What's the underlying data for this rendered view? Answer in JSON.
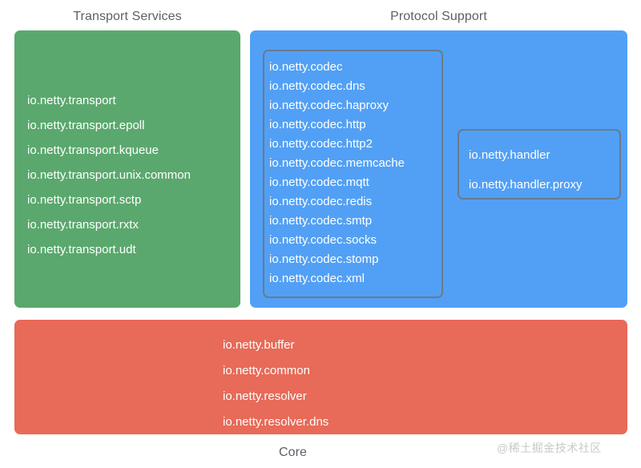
{
  "diagram": {
    "title_transport": "Transport Services",
    "title_protocol": "Protocol Support",
    "title_core": "Core",
    "colors": {
      "transport_panel": "#5aa86d",
      "protocol_panel": "#52a0f5",
      "core_panel": "#e86a58",
      "inner_box_border": "#6a7a8c",
      "caption_text": "#5b6168",
      "item_text": "#ffffff",
      "watermark_text": "#c9c9c9",
      "background": "#ffffff"
    },
    "transport": {
      "items": [
        "io.netty.transport",
        "io.netty.transport.epoll",
        "io.netty.transport.kqueue",
        "io.netty.transport.unix.common",
        "io.netty.transport.sctp",
        "io.netty.transport.rxtx",
        "io.netty.transport.udt"
      ]
    },
    "protocol": {
      "codec": {
        "items": [
          "io.netty.codec",
          "io.netty.codec.dns",
          "io.netty.codec.haproxy",
          "io.netty.codec.http",
          "io.netty.codec.http2",
          "io.netty.codec.memcache",
          "io.netty.codec.mqtt",
          "io.netty.codec.redis",
          "io.netty.codec.smtp",
          "io.netty.codec.socks",
          "io.netty.codec.stomp",
          "io.netty.codec.xml"
        ]
      },
      "handler": {
        "items": [
          "io.netty.handler",
          "io.netty.handler.proxy"
        ]
      }
    },
    "core": {
      "items": [
        "io.netty.buffer",
        "io.netty.common",
        "io.netty.resolver",
        "io.netty.resolver.dns"
      ]
    },
    "watermark": "@稀土掘金技术社区"
  }
}
